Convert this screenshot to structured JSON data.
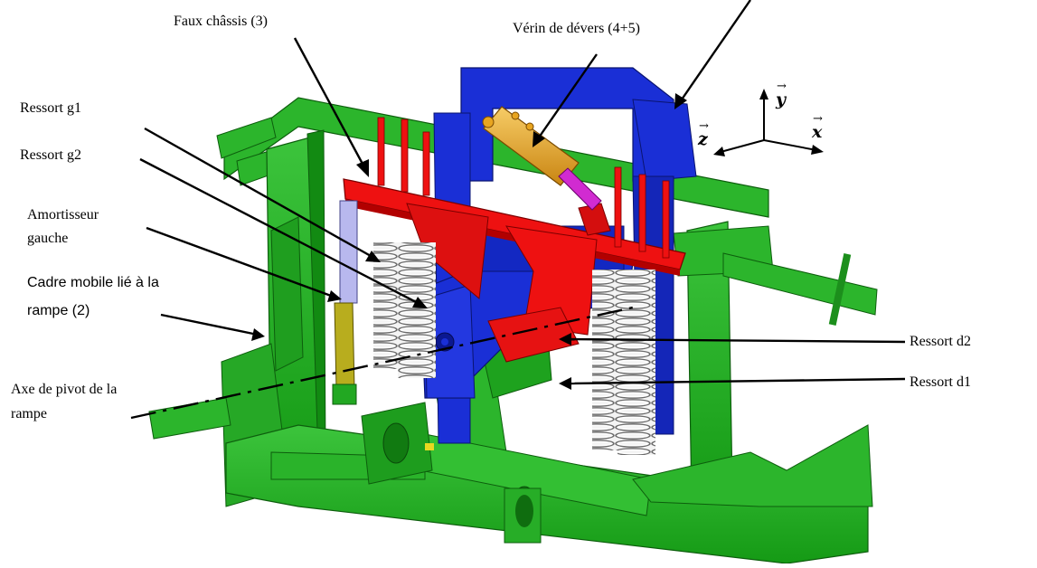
{
  "labels": {
    "faux_chassis": "Faux châssis (3)",
    "verin": "Vérin de dévers (4+5)",
    "ressort_g1": "Ressort g1",
    "ressort_g2": "Ressort g2",
    "amortisseur_line1": "Amortisseur",
    "amortisseur_line2": "gauche",
    "cadre_line1": "Cadre mobile lié à la",
    "cadre_line2": "rampe (2)",
    "axe_line1": "Axe de pivot de la",
    "axe_line2": "rampe",
    "ressort_d2": "Ressort d2",
    "ressort_d1": "Ressort d1"
  },
  "axes": {
    "x": "x",
    "y": "y",
    "z": "z"
  },
  "colors": {
    "frame_green": "#22b022",
    "frame_green_dark": "#0f7a10",
    "chassis_red": "#ee1111",
    "mobile_blue": "#1a2fd6",
    "cylinder_orange": "#e8a520",
    "damper_lavender": "#b8b8ee",
    "damper_olive": "#b8ad1e",
    "spring_white": "#f4f4f4"
  }
}
